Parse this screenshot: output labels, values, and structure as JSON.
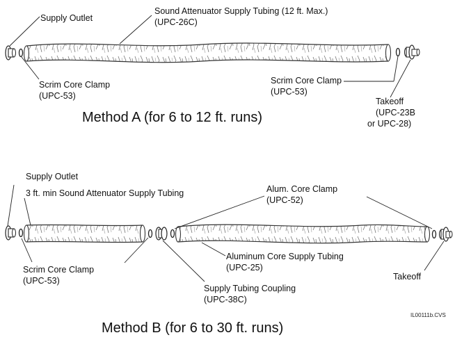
{
  "method_a": {
    "supply_outlet": "Supply Outlet",
    "attenuator_line1": "Sound Attenuator Supply Tubing (12 ft. Max.)",
    "attenuator_line2": "(UPC-26C)",
    "scrim_left_line1": "Scrim Core Clamp",
    "scrim_left_line2": "(UPC-53)",
    "scrim_right_line1": "Scrim Core Clamp",
    "scrim_right_line2": "(UPC-53)",
    "takeoff_line1": "Takeoff",
    "takeoff_line2": "(UPC-23B",
    "takeoff_line3": "or UPC-28)",
    "title": "Method A (for 6 to 12 ft. runs)"
  },
  "method_b": {
    "supply_outlet": "Supply Outlet",
    "attenuator": "3 ft. min Sound Attenuator Supply Tubing",
    "alum_clamp_line1": "Alum. Core Clamp",
    "alum_clamp_line2": "(UPC-52)",
    "aluminum_tubing_line1": "Aluminum Core Supply Tubing",
    "aluminum_tubing_line2": "(UPC-25)",
    "scrim_line1": "Scrim Core Clamp",
    "scrim_line2": "(UPC-53)",
    "coupling_line1": "Supply Tubing Coupling",
    "coupling_line2": "(UPC-38C)",
    "takeoff": "Takeoff",
    "figure_code": "IL00111b.CVS",
    "title": "Method B (for 6 to 30 ft. runs)"
  }
}
